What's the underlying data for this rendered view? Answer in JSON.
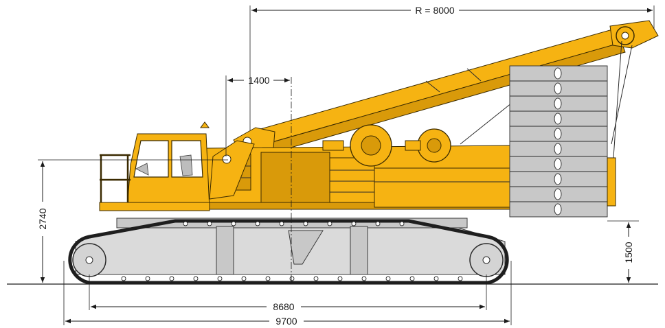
{
  "dimensions": {
    "radius_label": "R = 8000",
    "offset_label": "1400",
    "height_label": "2740",
    "counterweight_clearance_label": "1500",
    "tumbler_distance_label": "8680",
    "overall_length_label": "9700"
  },
  "colors": {
    "machine_yellow": "#f6b312",
    "counterweight_grey": "#c8c8c8",
    "undercarriage_grey": "#cfcfcf",
    "dimension_lines": "#1a1a1a"
  }
}
